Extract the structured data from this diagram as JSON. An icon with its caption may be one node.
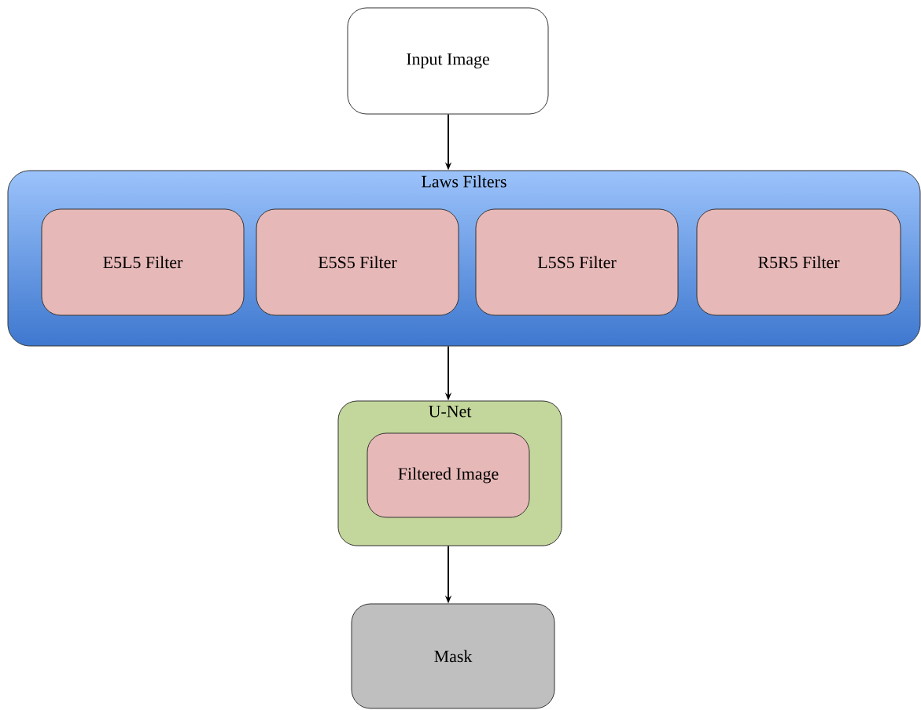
{
  "diagram": {
    "nodes": [
      {
        "text": [
          "Input Image"
        ]
      },
      {
        "text": [
          "Laws Filters"
        ]
      },
      {
        "text": [
          "E5L5 Filter"
        ],
        "in": 1
      },
      {
        "text": [
          "E5S5 Filter"
        ],
        "in": 1
      },
      {
        "text": [
          "L5S5 Filter"
        ],
        "in": 1
      },
      {
        "text": [
          "R5R5 Filter"
        ],
        "in": 1
      },
      {
        "text": [
          "U-Net"
        ]
      },
      {
        "text": [
          "Filtered Image"
        ],
        "in": 6
      },
      {
        "text": [
          "Mask"
        ]
      }
    ],
    "edges": [
      {
        "from": 0,
        "to": 1,
        "arrow": "to"
      },
      {
        "from": 1,
        "to": 6,
        "arrow": "to"
      },
      {
        "from": 6,
        "to": 8,
        "arrow": "to"
      }
    ]
  }
}
